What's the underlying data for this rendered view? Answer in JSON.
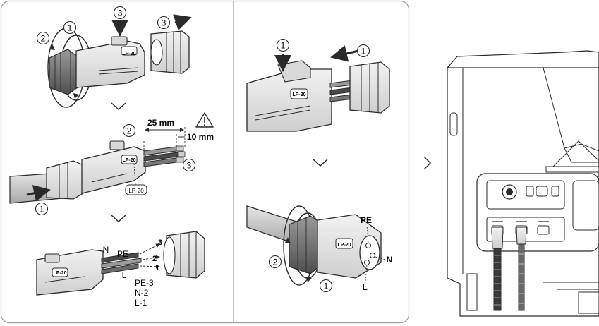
{
  "connector_model": "LP-20",
  "steps": {
    "one": "1",
    "two": "2",
    "three": "3"
  },
  "dimensions": {
    "strip_length": "25 mm",
    "wire_end": "10 mm"
  },
  "wires": {
    "N": "N",
    "PE": "PE",
    "L": "L"
  },
  "pin_map": [
    "PE-3",
    "N-2",
    "L-1"
  ],
  "pins": [
    "3",
    "2",
    "1"
  ],
  "socket_labels": {
    "PE": "PE",
    "N": "N",
    "L": "L"
  },
  "icons": {
    "warning": "warning-icon",
    "next": "chevron-right-icon",
    "down": "chevron-down-icon"
  },
  "colors": {
    "line": "#2a2a2a",
    "panel_border": "#9a9a9a",
    "cable_dark": "#4a4a4a",
    "connector_fill": "#e4e4e4"
  }
}
